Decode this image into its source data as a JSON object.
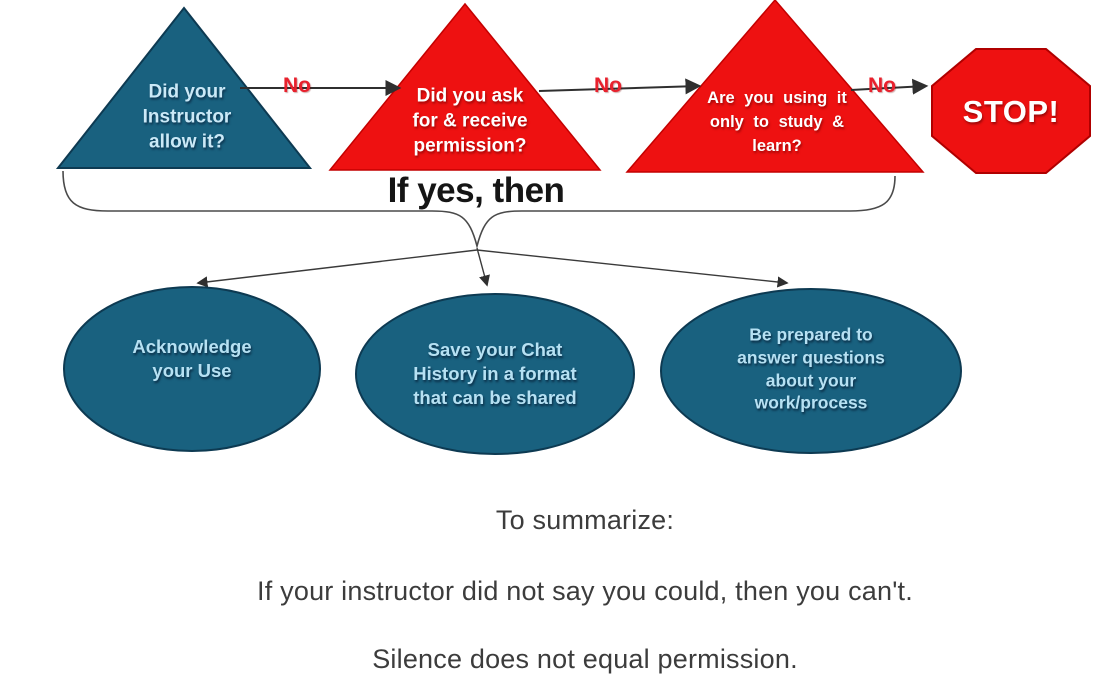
{
  "colors": {
    "teal": "#19617F",
    "teal_dark": "#0D3A52",
    "red": "#EE1111",
    "red_dark": "#BC0000",
    "arrow": "#2F2F2F",
    "brace": "#4A4A4A"
  },
  "flowchart": {
    "triangle1": {
      "label": "Did your\nInstructor\nallow it?"
    },
    "triangle2": {
      "label": "Did you ask\nfor & receive\npermission?"
    },
    "triangle3": {
      "label": "Are you using it\nonly to study &\nlearn?"
    },
    "no1": "No",
    "no2": "No",
    "no3": "No",
    "stop_label": "STOP!",
    "brace_label": "If yes, then",
    "ellipse1": {
      "label": "Acknowledge\nyour Use"
    },
    "ellipse2": {
      "label": "Save your Chat\nHistory in a format\nthat can be shared"
    },
    "ellipse3": {
      "label": "Be prepared to\nanswer questions\nabout your\nwork/process"
    }
  },
  "summary": {
    "line1": "To summarize:",
    "line2": "If your instructor did not say you could, then you can't.",
    "line3": "Silence does not equal permission."
  }
}
